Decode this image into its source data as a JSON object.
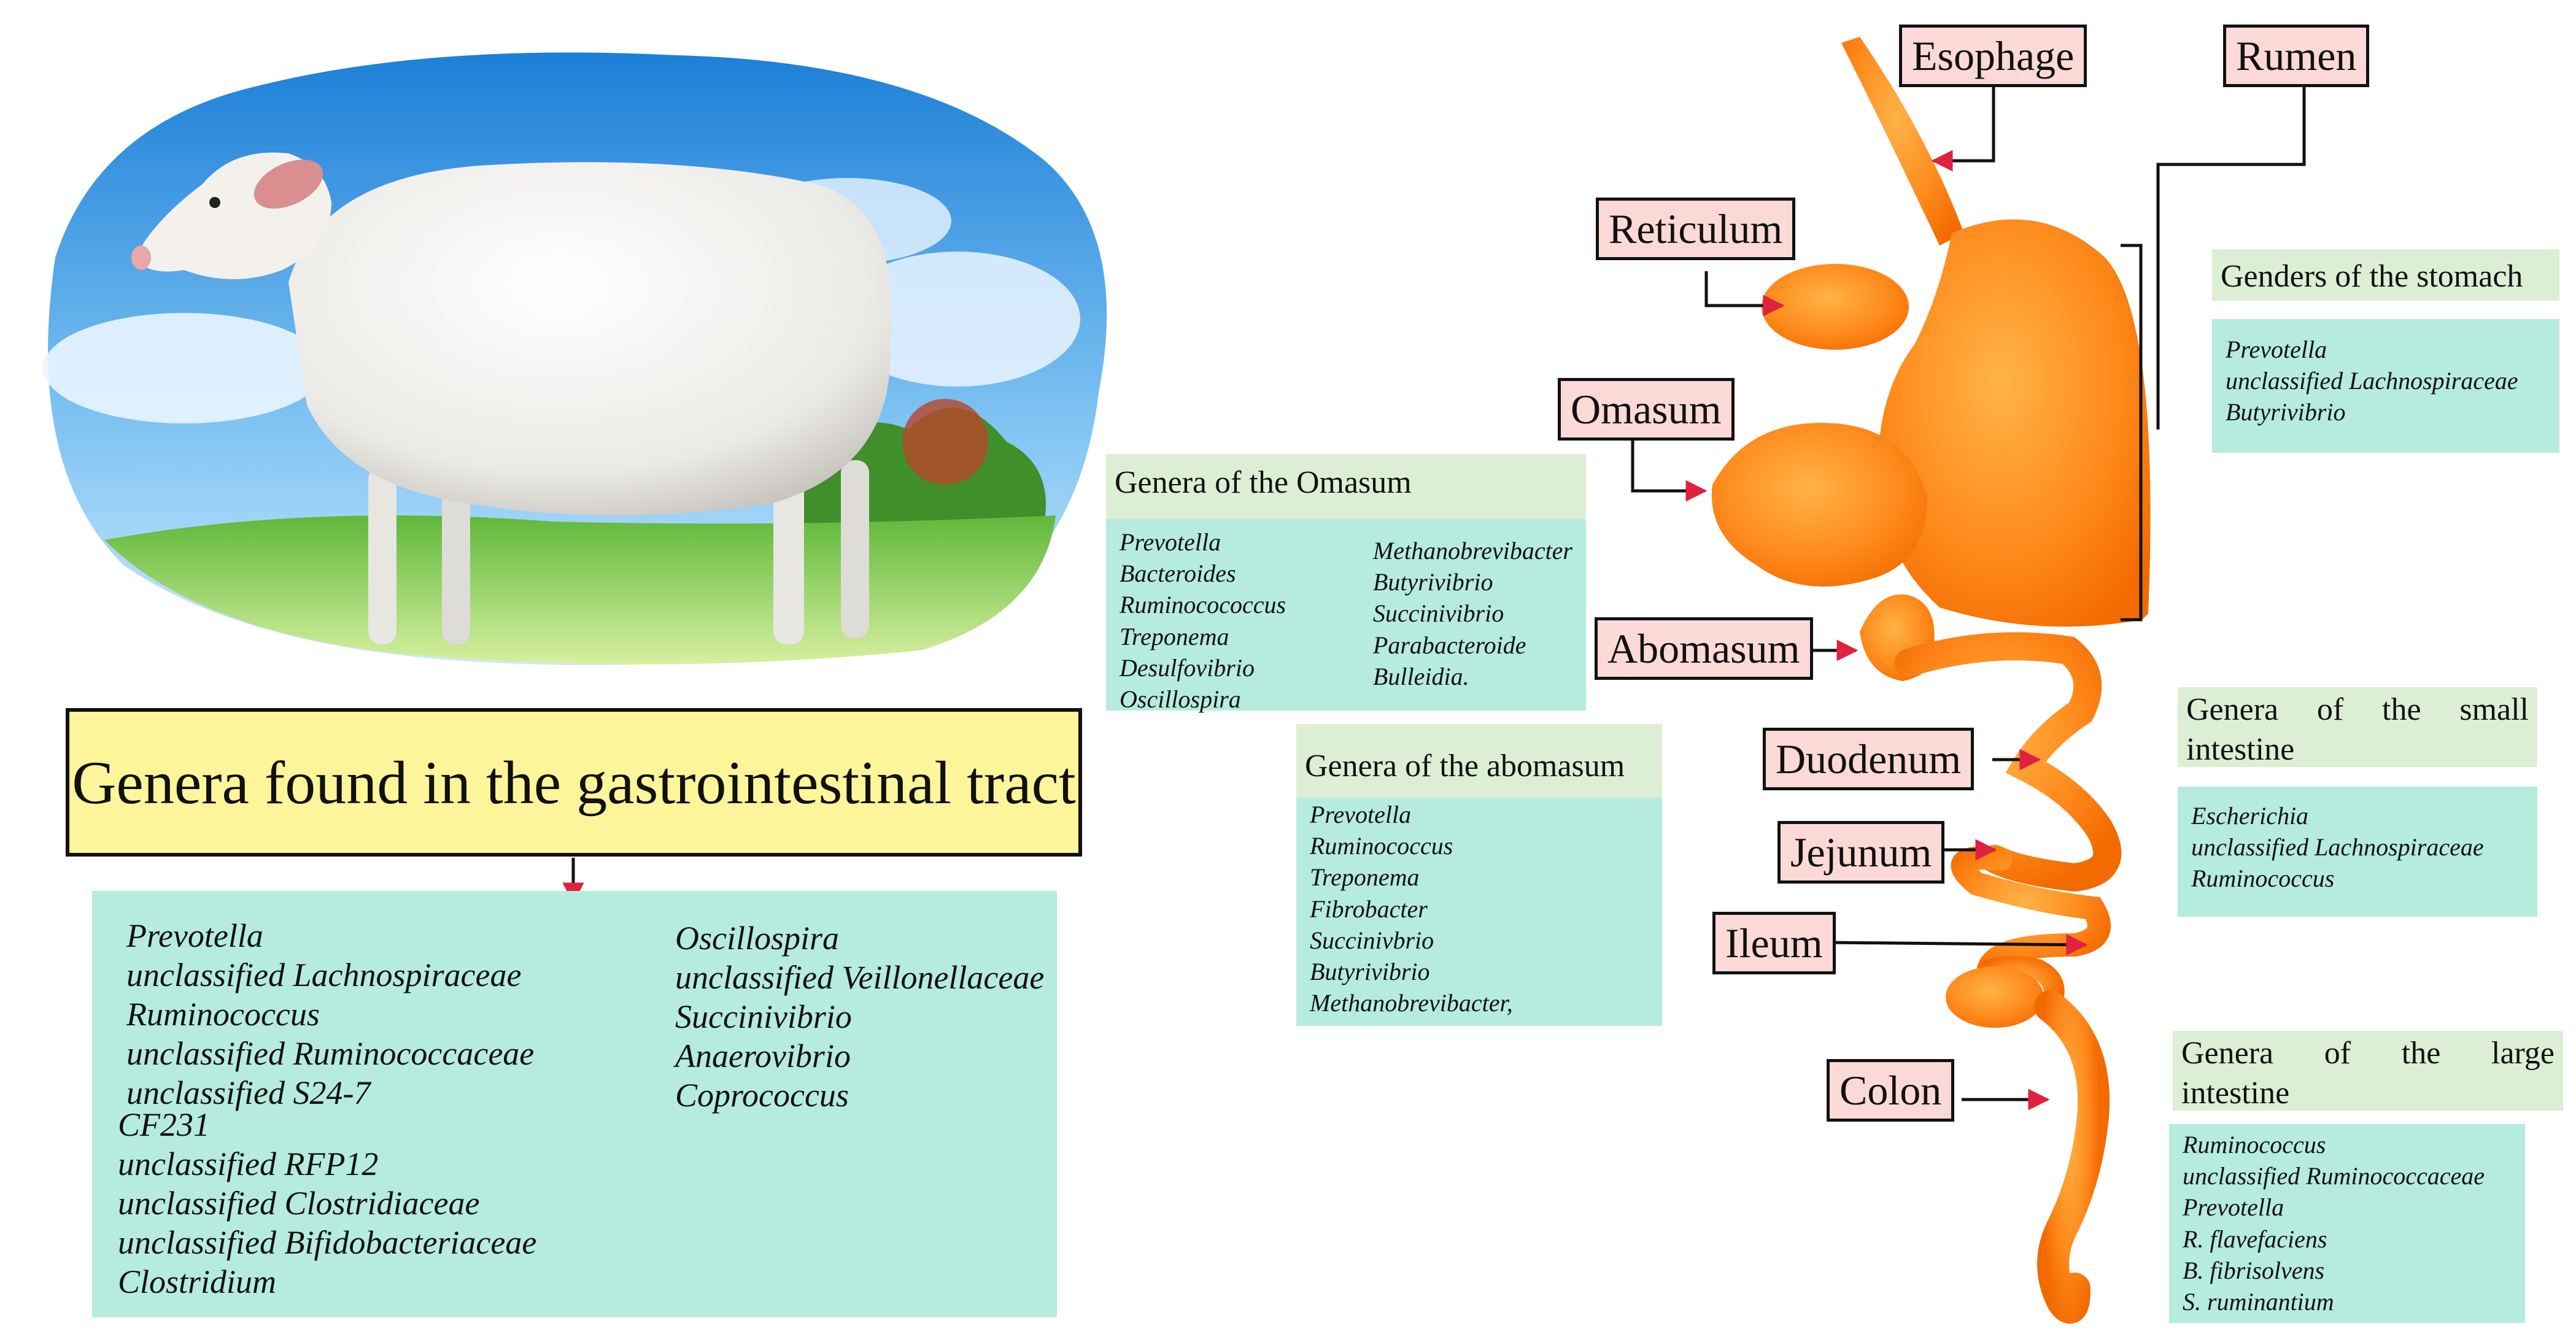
{
  "main_title": "Genera found in the gastrointestinal tract",
  "gi_genera_left": [
    "Prevotella",
    "unclassified Lachnospiraceae",
    "Ruminococcus",
    "unclassified Ruminococcaceae",
    "unclassified S24-7"
  ],
  "gi_genera_left2": [
    "CF231",
    "unclassified RFP12",
    "unclassified Clostridiaceae",
    "unclassified Bifidobacteriaceae",
    "Clostridium"
  ],
  "gi_genera_right": [
    "Oscillospira",
    "unclassified Veillonellaceae",
    "Succinivibrio",
    "Anaerovibrio",
    "Coprococcus"
  ],
  "organs": {
    "esophage": "Esophage",
    "rumen": "Rumen",
    "reticulum": "Reticulum",
    "omasum": "Omasum",
    "abomasum": "Abomasum",
    "duodenum": "Duodenum",
    "jejunum": "Jejunum",
    "ileum": "Ileum",
    "colon": "Colon"
  },
  "stomach": {
    "header": "Genders of the stomach",
    "genera": [
      "Prevotella",
      "unclassified Lachnospiraceae",
      "Butyrivibrio"
    ]
  },
  "omasum_box": {
    "header": "Genera of the Omasum",
    "col1": [
      "Prevotella",
      "Bacteroides",
      "Ruminocococcus",
      "Treponema",
      "Desulfovibrio",
      "Oscillospira"
    ],
    "col2": [
      "Methanobrevibacter",
      "Butyrivibrio",
      "Succinivibrio",
      "Parabacteroide",
      "Bulleidia."
    ]
  },
  "abomasum_box": {
    "header": "Genera of the abomasum",
    "genera": [
      "Prevotella",
      "Ruminococcus",
      "Treponema",
      "Fibrobacter",
      "Succinivbrio",
      "Butyrivibrio",
      "Methanobrevibacter,"
    ]
  },
  "small_intestine": {
    "header_l1": "Genera of the small",
    "header_l2": "intestine",
    "genera": [
      "Escherichia",
      "unclassified Lachnospiraceae",
      "Ruminococcus"
    ]
  },
  "large_intestine": {
    "header_l1": "Genera of the large",
    "header_l2": "intestine",
    "genera": [
      "Ruminococcus",
      "unclassified Ruminococcaceae",
      "Prevotella",
      "R. flavefaciens",
      "B. fibrisolvens",
      "S. ruminantium"
    ]
  },
  "colors": {
    "organ_fill": "#ff8a1c",
    "organ_label_bg": "#fbd9d6",
    "header_bg": "#dcefd4",
    "box_bg": "#b5ecde",
    "title_bg": "#fdf59a",
    "arrow_head": "#e0213f"
  }
}
